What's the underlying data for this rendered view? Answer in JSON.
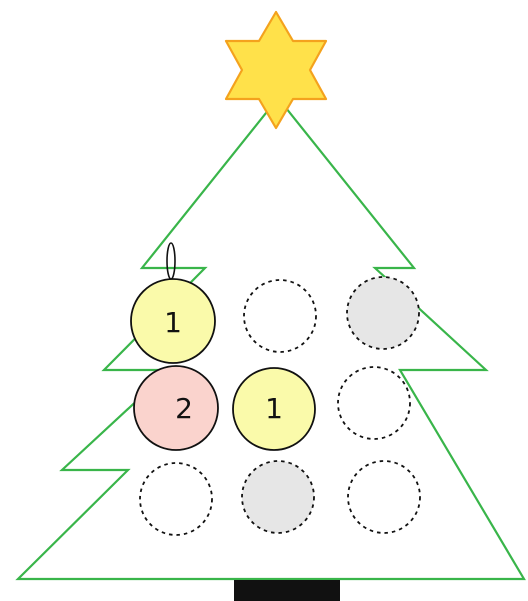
{
  "colors": {
    "tree_outline": "#39b54a",
    "star_fill": "#ffe14a",
    "star_stroke": "#f4a21d",
    "trunk": "#111111",
    "ornament_yellow": "#fafaaa",
    "ornament_pink": "#fad3cd",
    "ornament_gray": "#e6e6e6",
    "ornament_stroke": "#111111"
  },
  "icons": {
    "star": "star-icon",
    "hanger": "ornament-hanger-icon"
  },
  "ornaments": [
    {
      "id": "r1c1",
      "state": "filled",
      "fill": "yellow",
      "label": "1"
    },
    {
      "id": "r1c2",
      "state": "empty",
      "fill": "none",
      "label": ""
    },
    {
      "id": "r1c3",
      "state": "empty",
      "fill": "gray",
      "label": ""
    },
    {
      "id": "r2c1",
      "state": "filled",
      "fill": "pink",
      "label": "2"
    },
    {
      "id": "r2c2",
      "state": "filled",
      "fill": "yellow",
      "label": "1"
    },
    {
      "id": "r2c3",
      "state": "empty",
      "fill": "none",
      "label": ""
    },
    {
      "id": "r3c1",
      "state": "empty",
      "fill": "none",
      "label": ""
    },
    {
      "id": "r3c2",
      "state": "empty",
      "fill": "gray",
      "label": ""
    },
    {
      "id": "r3c3",
      "state": "empty",
      "fill": "none",
      "label": ""
    }
  ]
}
